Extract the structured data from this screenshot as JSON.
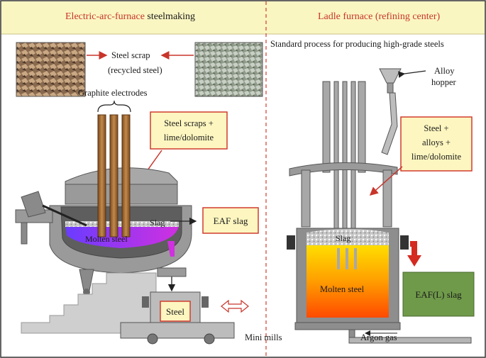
{
  "header": {
    "left_title_red": "Electric-arc-furnace",
    "left_title_black": " steelmaking",
    "right_title": "Ladle furnace (refining center)",
    "right_subtitle": "Standard process for producing high-grade steels"
  },
  "left": {
    "steel_scrap_line1": "Steel scrap",
    "steel_scrap_line2": "(recycled steel)",
    "graphite_electrodes": "Graphite electrodes",
    "charge_box_line1": "Steel scraps +",
    "charge_box_line2": "lime/dolomite",
    "slag": "Slag",
    "molten_steel": "Molten steel",
    "eaf_slag_box": "EAF slag",
    "steel_box": "Steel",
    "mini_mills": "Mini mills"
  },
  "right": {
    "alloy_hopper_line1": "Alloy",
    "alloy_hopper_line2": "hopper",
    "charge_box_line1": "Steel +",
    "charge_box_line2": "alloys +",
    "charge_box_line3": "lime/dolomite",
    "slag": "Slag",
    "molten_steel": "Molten steel",
    "eafl_slag_box": "EAF(L) slag",
    "argon_gas": "Argon gas"
  },
  "colors": {
    "header_bg": "#faf6c2",
    "label_box_bg": "#fdf6c0",
    "label_box_border": "#d13b2f",
    "divider": "#d13b2f",
    "arrow_red": "#c8352a",
    "furnace_gray": "#9a9a9a",
    "eafl_slag_bg": "#6f9a4a",
    "molten_top": "#fff200",
    "molten_bottom": "#ff4a00"
  }
}
